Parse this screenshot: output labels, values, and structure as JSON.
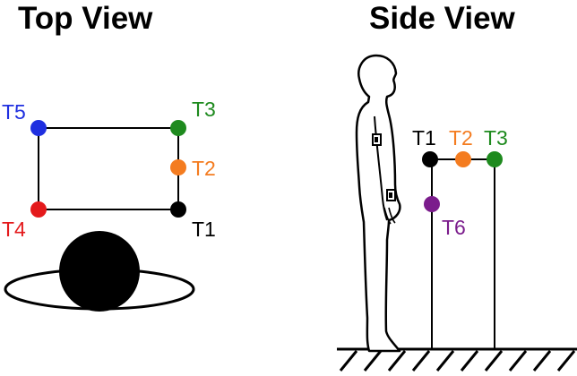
{
  "titles": {
    "top_view": "Top View",
    "side_view": "Side View"
  },
  "colors": {
    "T1": "#000000",
    "T2": "#f47c20",
    "T3": "#1e8a1e",
    "T4": "#e41a1c",
    "T5": "#1f2fe0",
    "T6": "#7b1c8c"
  },
  "top_view": {
    "targets": [
      "T5",
      "T3",
      "T2",
      "T4",
      "T1"
    ],
    "labels": {
      "T5": "T5",
      "T3": "T3",
      "T2": "T2",
      "T4": "T4",
      "T1": "T1"
    }
  },
  "side_view": {
    "targets": [
      "T1",
      "T2",
      "T3",
      "T6"
    ],
    "labels": {
      "T1": "T1",
      "T2": "T2",
      "T3": "T3",
      "T6": "T6"
    }
  }
}
